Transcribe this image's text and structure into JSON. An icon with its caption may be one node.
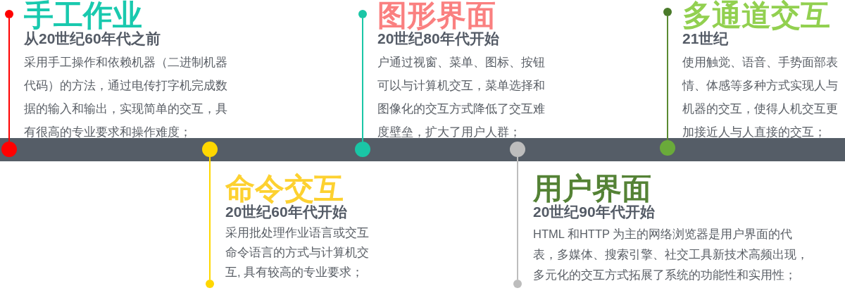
{
  "diagram": {
    "nodes": [
      {
        "text": [
          "手工作业",
          "从20世纪60年代之前",
          "采用手工操作和依赖机器（二进制机器代码）的方法，通过电传打字机完成数据的输入和输出，实现简单的交互，具有很高的专业要求和操作难度；"
        ]
      },
      {
        "text": [
          "命令交互",
          "20世纪60年代开始",
          "采用批处理作业语言或交互命令语言的方式与计算机交互, 具有较高的专业要求；"
        ]
      },
      {
        "text": [
          "图形界面",
          "20世纪80年代开始",
          "户通过视窗、菜单、图标、按钮可以与计算机交互，菜单选择和图像化的交互方式降低了交互难度壁垒，扩大了用户人群；"
        ]
      },
      {
        "text": [
          "用户界面",
          "20世纪90年代开始",
          "HTML 和HTTP 为主的网络浏览器是用户界面的代表，多媒体、搜索引擎、社交工具新技术高频出现，多元化的交互方式拓展了系统的功能性和实用性；"
        ]
      },
      {
        "text": [
          "多通道交互",
          "21世纪",
          "使用触觉、语音、手势面部表情、体感等多种方式实现人与机器的交互，使得人机交互更加接近人与人直接的交互；"
        ]
      },
      {
        "text": [],
        "shape": "circle"
      },
      {
        "text": [],
        "shape": "circle"
      },
      {
        "text": [],
        "shape": "circle"
      },
      {
        "text": [],
        "shape": "circle"
      },
      {
        "text": [],
        "shape": "circle"
      },
      {
        "text": [],
        "shape": "circle"
      },
      {
        "text": [],
        "shape": "circle"
      },
      {
        "text": [],
        "shape": "circle"
      },
      {
        "text": [],
        "shape": "circle"
      },
      {
        "text": [],
        "shape": "circle"
      }
    ],
    "edges": [
      {
        "from": 6,
        "to": 5,
        "arrow": "none",
        "color": "#ff0000"
      },
      {
        "from": 7,
        "to": 8,
        "arrow": "none",
        "color": "#ffd700"
      },
      {
        "from": 10,
        "to": 9,
        "arrow": "none",
        "color": "#1ac6a6"
      },
      {
        "from": 11,
        "to": 12,
        "arrow": "none",
        "color": "#bdbdbd"
      },
      {
        "from": 14,
        "to": 13,
        "arrow": "none",
        "color": "#5a8a32"
      }
    ]
  }
}
